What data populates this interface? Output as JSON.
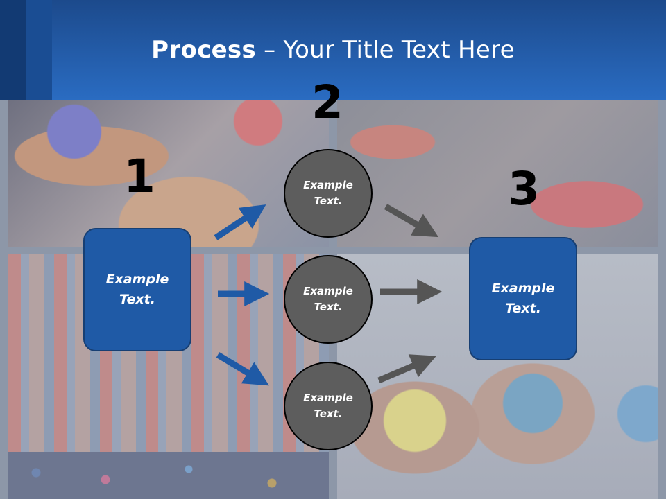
{
  "title": {
    "bold": "Process",
    "rest": " – Your Title Text Here"
  },
  "steps": {
    "one": "1",
    "two": "2",
    "three": "3"
  },
  "left_box": {
    "text": "Example\nText."
  },
  "right_box": {
    "text": "Example\nText."
  },
  "circles": [
    {
      "text": "Example\nText."
    },
    {
      "text": "Example\nText."
    },
    {
      "text": "Example\nText."
    }
  ],
  "colors": {
    "header": "#2a6cc2",
    "box": "#1f5aa6",
    "circle": "#5d5d5d",
    "blue_arrow": "#1f5aa6",
    "gray_arrow": "#555555"
  }
}
